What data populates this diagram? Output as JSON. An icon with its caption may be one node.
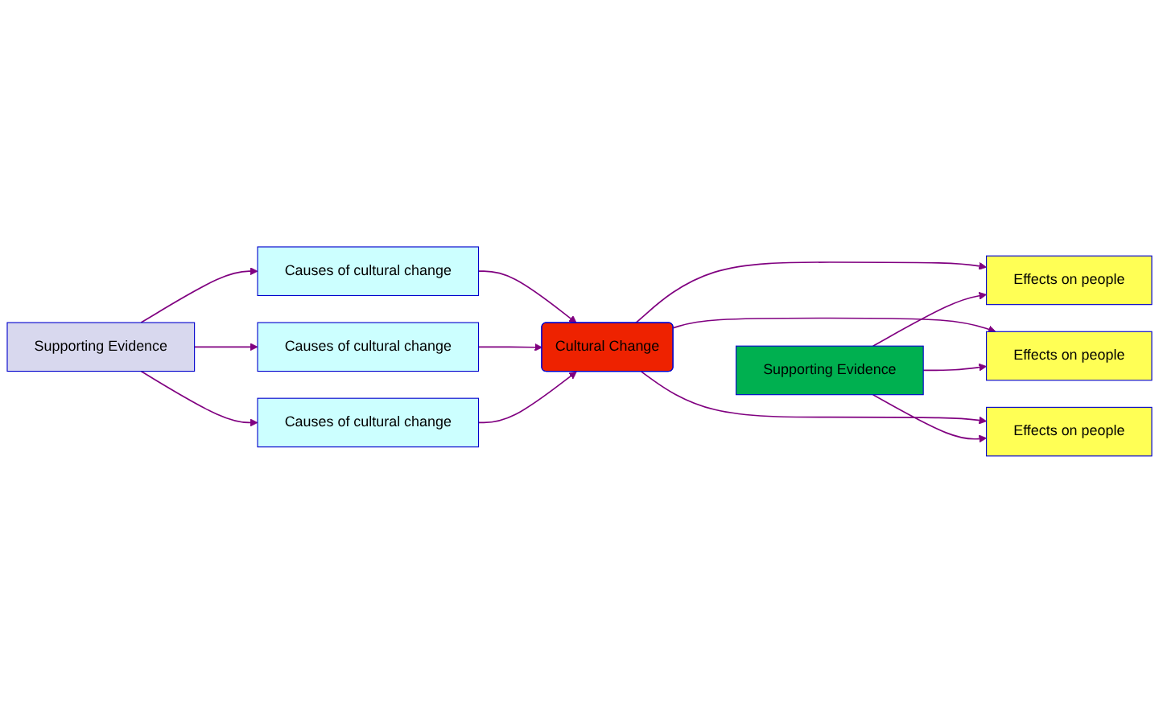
{
  "diagram": {
    "nodes": [
      {
        "text": [
          "Supporting Evidence"
        ]
      },
      {
        "text": [
          "Causes of cultural change"
        ]
      },
      {
        "text": [
          "Causes of cultural change"
        ]
      },
      {
        "text": [
          "Causes of cultural change"
        ]
      },
      {
        "text": [
          "Cultural Change"
        ]
      },
      {
        "text": [
          "Effects on people"
        ]
      },
      {
        "text": [
          "Effects on people"
        ]
      },
      {
        "text": [
          "Effects on people"
        ]
      },
      {
        "text": [
          "Supporting Evidence"
        ]
      }
    ],
    "edges": [
      {
        "from": 0,
        "to": 1,
        "arrow": "to"
      },
      {
        "from": 0,
        "to": 2,
        "arrow": "to"
      },
      {
        "from": 0,
        "to": 3,
        "arrow": "to"
      },
      {
        "from": 1,
        "to": 4,
        "arrow": "to"
      },
      {
        "from": 2,
        "to": 4,
        "arrow": "to"
      },
      {
        "from": 3,
        "to": 4,
        "arrow": "to"
      },
      {
        "from": 4,
        "to": 5,
        "arrow": "to"
      },
      {
        "from": 4,
        "to": 6,
        "arrow": "to"
      },
      {
        "from": 4,
        "to": 7,
        "arrow": "to"
      },
      {
        "from": 8,
        "to": 5,
        "arrow": "to"
      },
      {
        "from": 8,
        "to": 6,
        "arrow": "to"
      },
      {
        "from": 8,
        "to": 7,
        "arrow": "to"
      }
    ]
  }
}
